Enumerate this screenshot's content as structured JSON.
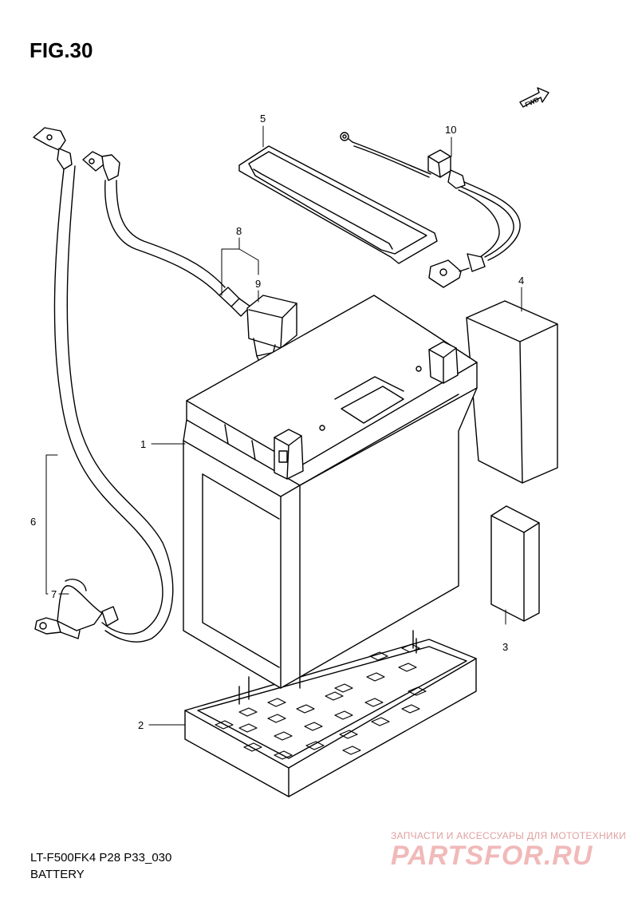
{
  "figure": {
    "title": "FIG.30",
    "model_code": "LT-F500FK4 P28 P33_030",
    "section_name": "BATTERY",
    "fwd_label": "FWD"
  },
  "callouts": [
    "1",
    "2",
    "3",
    "4",
    "5",
    "6",
    "7",
    "8",
    "9",
    "10"
  ],
  "watermark": {
    "tagline": "ЗАПЧАСТИ И АКСЕССУАРЫ ДЛЯ МОТОТЕХНИКИ",
    "logo_text": "PARTSFOR.RU",
    "color": "#f1b9b9"
  }
}
